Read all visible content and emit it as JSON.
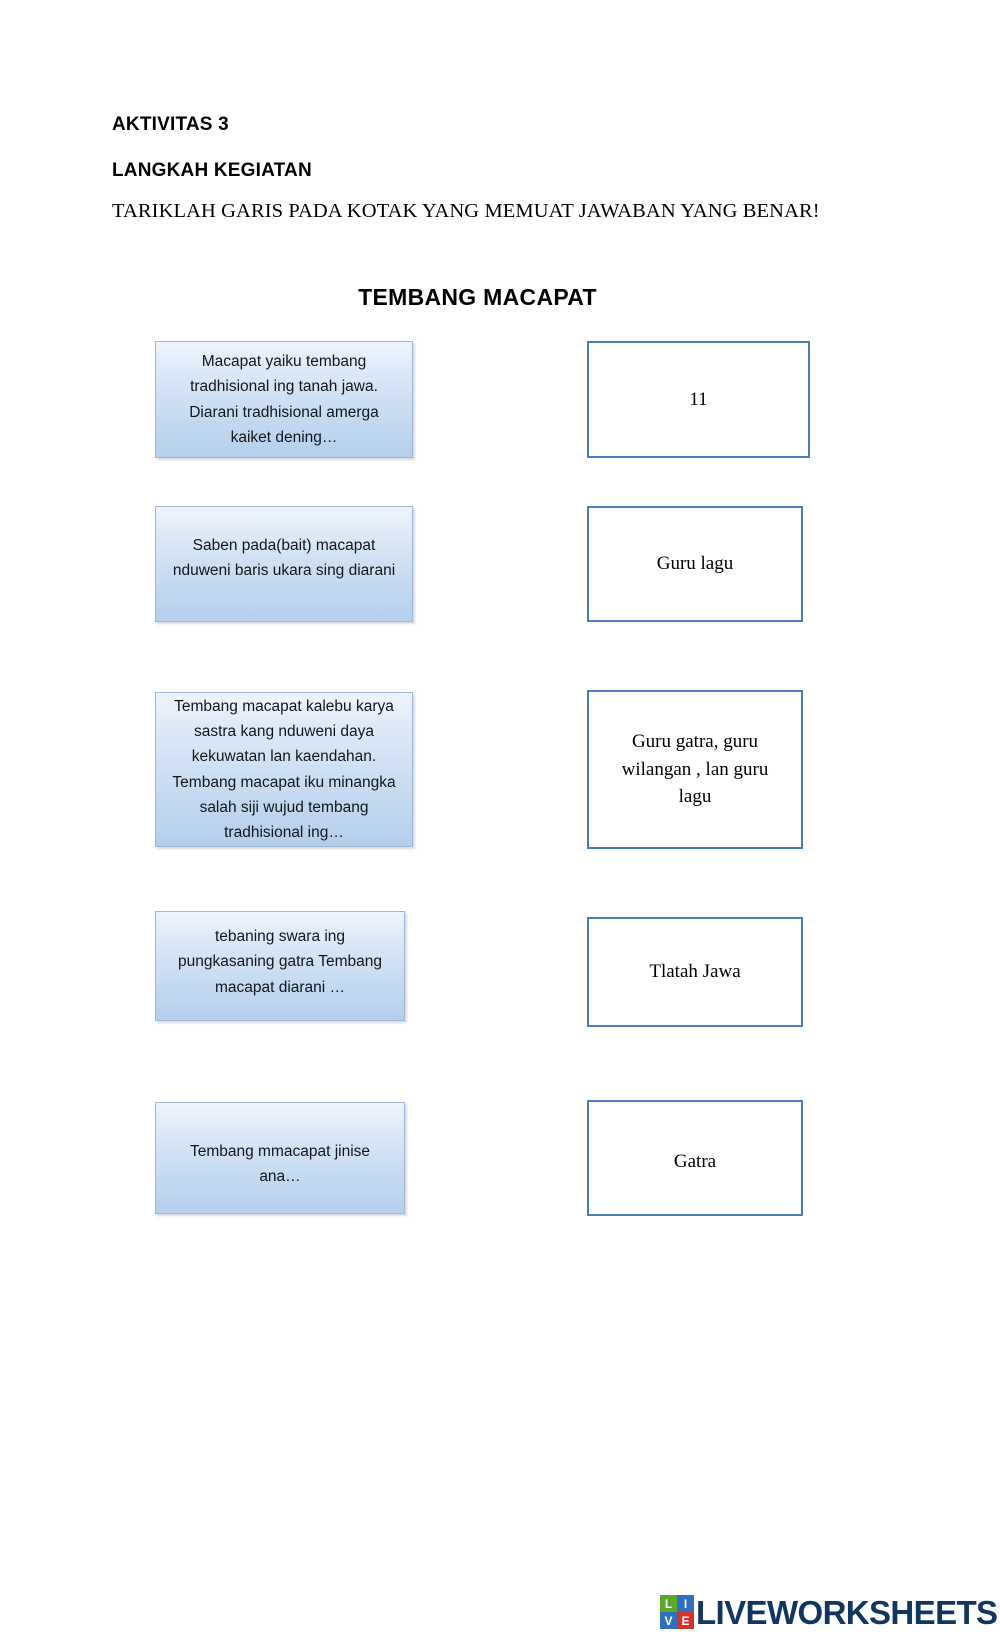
{
  "header": {
    "activity_title": "AKTIVITAS 3",
    "steps_title": "LANGKAH KEGIATAN",
    "instruction": "TARIKLAH GARIS PADA KOTAK YANG MEMUAT JAWABAN YANG BENAR!",
    "section_title": "TEMBANG MACAPAT"
  },
  "matching": {
    "prompts": [
      {
        "id": "prompt-1",
        "text": "Macapat yaiku tembang tradhisional ing tanah jawa. Diarani tradhisional amerga kaiket dening…"
      },
      {
        "id": "prompt-2",
        "text": "Saben pada(bait) macapat nduweni baris ukara sing diarani"
      },
      {
        "id": "prompt-3",
        "text": "Tembang macapat kalebu karya sastra kang nduweni daya kekuwatan lan kaendahan. Tembang macapat iku minangka salah siji wujud tembang tradhisional ing…"
      },
      {
        "id": "prompt-4",
        "text": "tebaning swara ing pungkasaning gatra Tembang macapat diarani …"
      },
      {
        "id": "prompt-5",
        "text": "Tembang mmacapat jinise ana…"
      }
    ],
    "answers": [
      {
        "id": "answer-1",
        "text": "11"
      },
      {
        "id": "answer-2",
        "text": "Guru lagu"
      },
      {
        "id": "answer-3",
        "text": "Guru gatra, guru wilangan , lan guru lagu"
      },
      {
        "id": "answer-4",
        "text": "Tlatah Jawa"
      },
      {
        "id": "answer-5",
        "text": "Gatra"
      }
    ]
  },
  "footer": {
    "logo_letters": [
      "L",
      "I",
      "V",
      "E"
    ],
    "wordmark": "LIVEWORKSHEETS"
  },
  "colors": {
    "prompt_border": "#9fb8d8",
    "prompt_fill_top": "#eef4fb",
    "prompt_fill_bottom": "#b4cfeb",
    "answer_border": "#4a7ebb",
    "answer_fill": "#ffffff",
    "text": "#000000",
    "logo_navy": "#12365f",
    "logo_green": "#5aa72b",
    "logo_blue": "#2f6fbb",
    "logo_red": "#d4332c"
  }
}
